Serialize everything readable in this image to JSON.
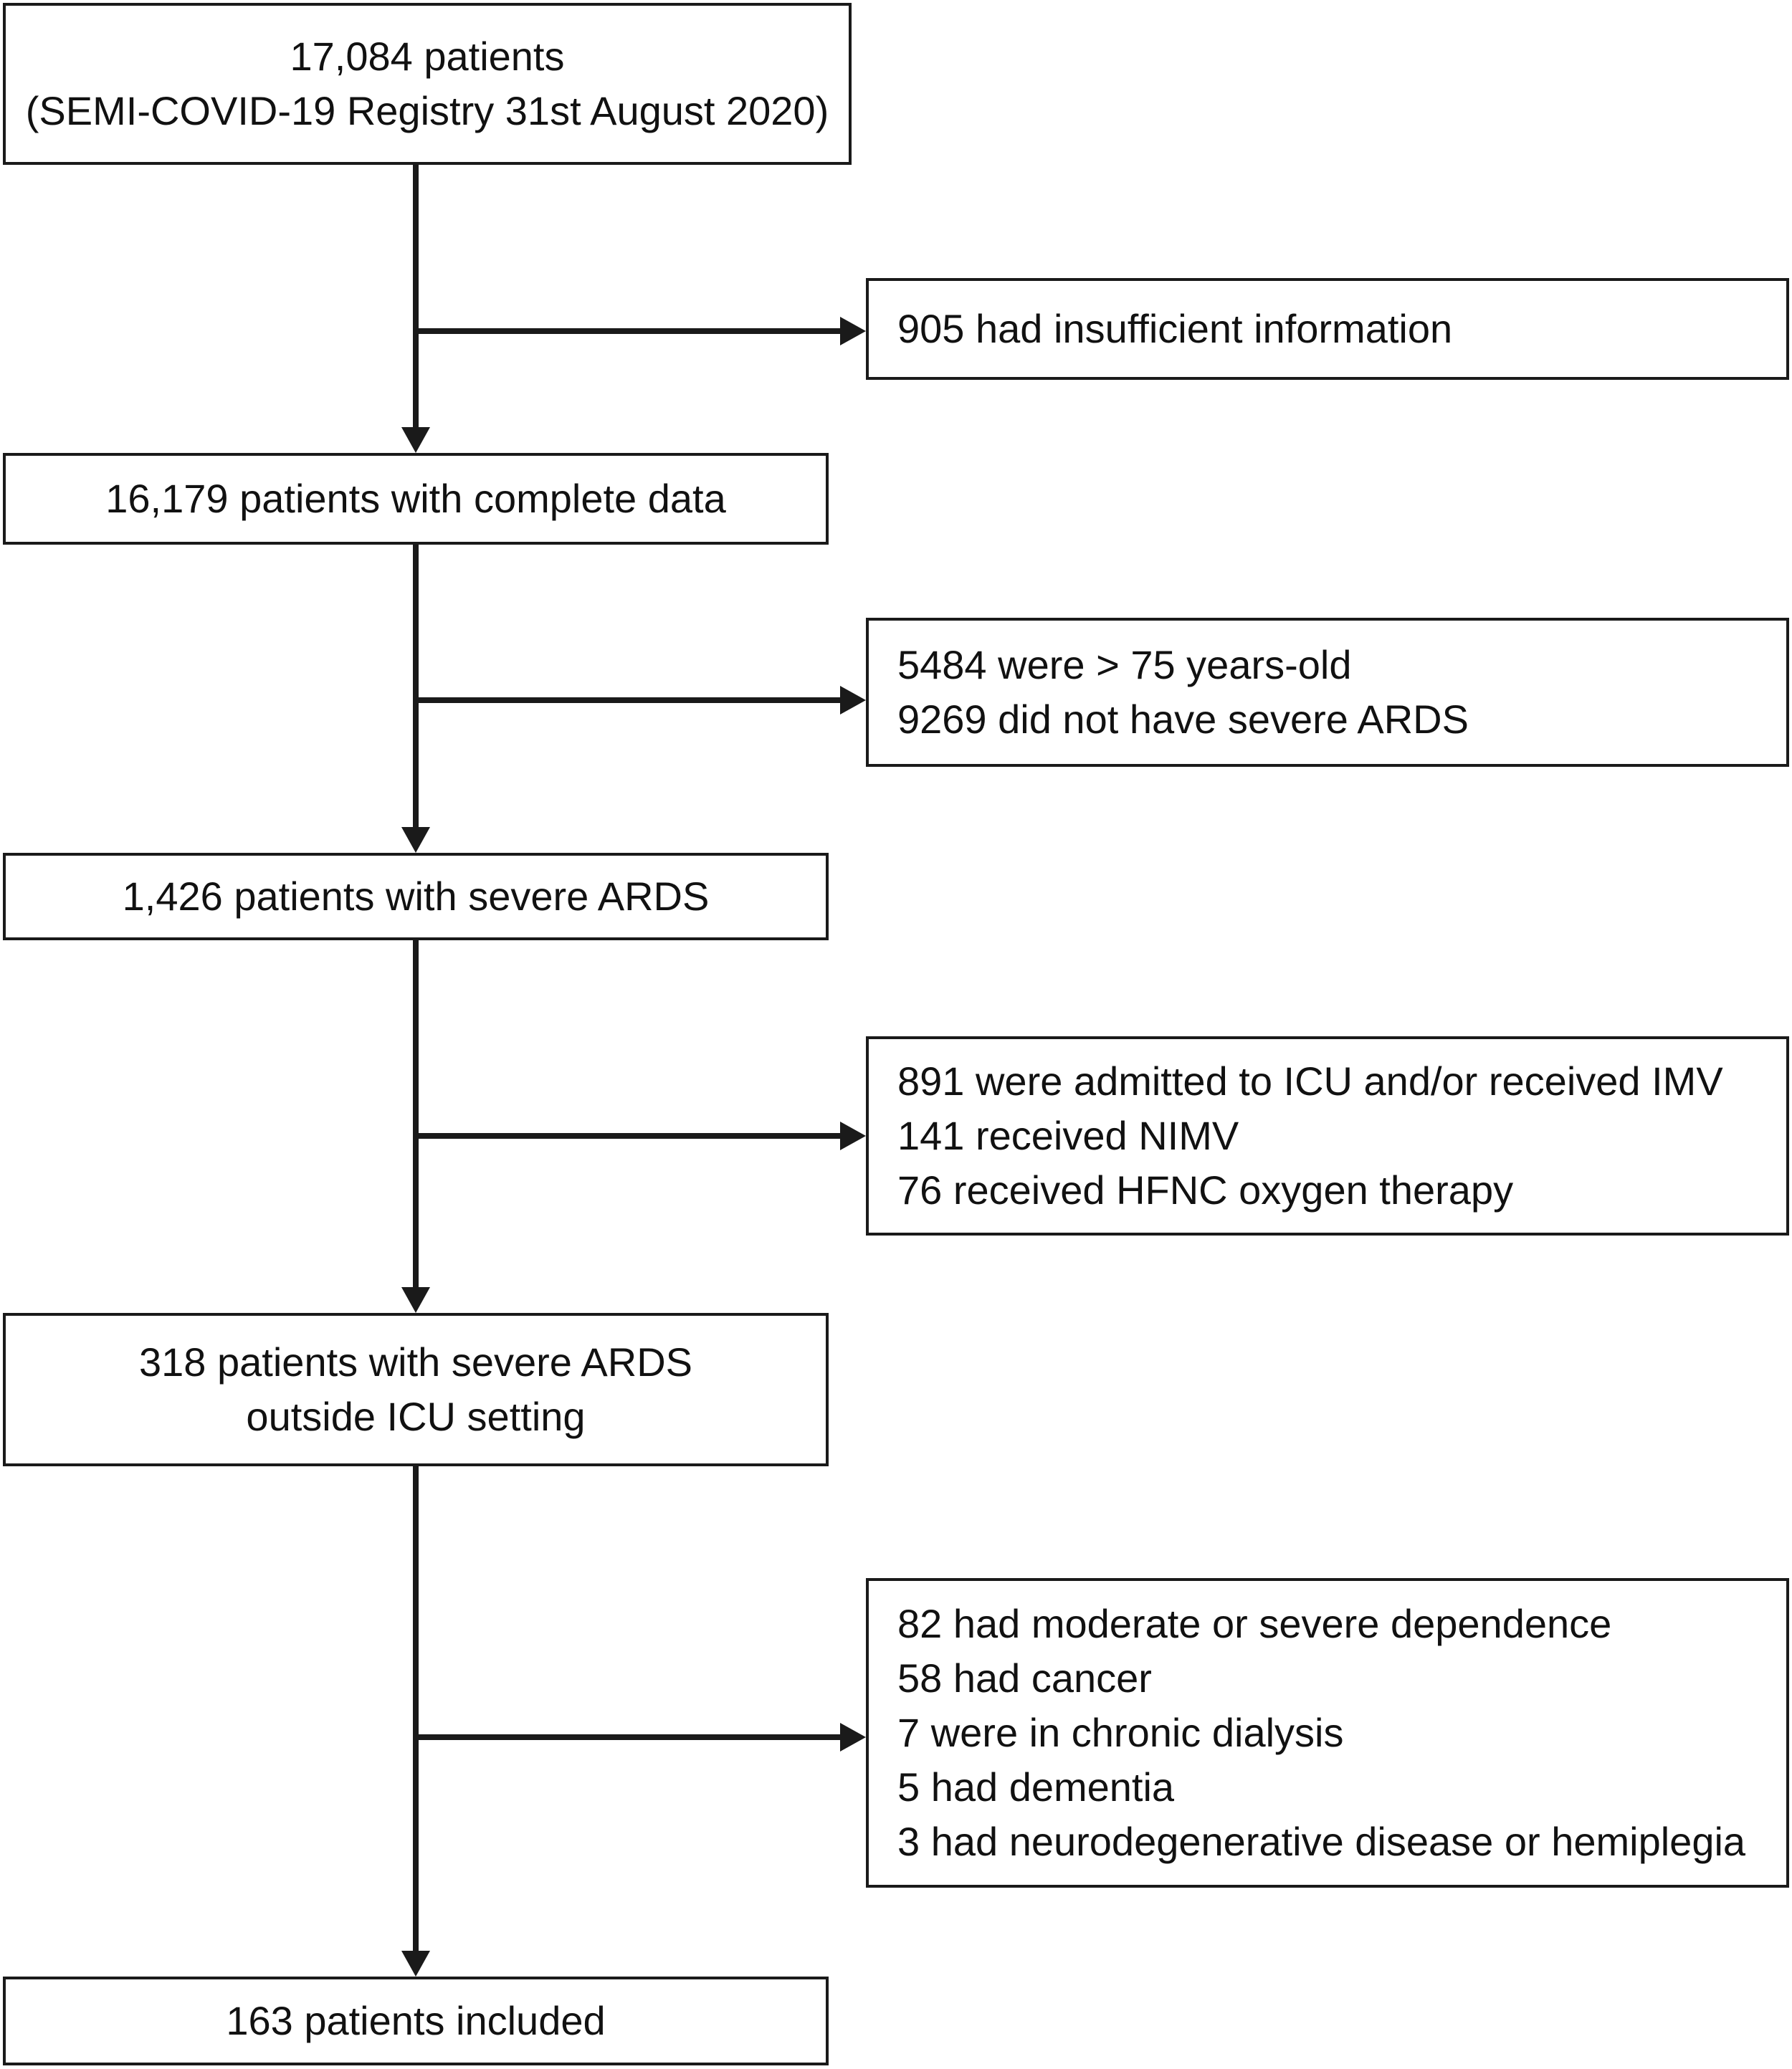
{
  "main_boxes": [
    {
      "id": "start",
      "lines": [
        "17,084 patients",
        "(SEMI-COVID-19 Registry 31st August 2020)"
      ]
    },
    {
      "id": "complete",
      "lines": [
        "16,179 patients with complete data"
      ]
    },
    {
      "id": "severe",
      "lines": [
        "1,426 patients with severe ARDS"
      ]
    },
    {
      "id": "outside-icu",
      "lines": [
        "318 patients with severe ARDS",
        "outside ICU setting"
      ]
    },
    {
      "id": "included",
      "lines": [
        "163 patients included"
      ]
    }
  ],
  "exclusion_boxes": [
    {
      "id": "excl-1",
      "lines": [
        "905 had insufficient information"
      ]
    },
    {
      "id": "excl-2",
      "lines": [
        "5484 were > 75 years-old",
        "9269 did not have severe ARDS"
      ]
    },
    {
      "id": "excl-3",
      "lines": [
        "891 were admitted to ICU and/or received IMV",
        "141 received NIMV",
        "76 received HFNC oxygen therapy"
      ]
    },
    {
      "id": "excl-4",
      "lines": [
        "82 had moderate or severe dependence",
        "58 had cancer",
        "7 were in chronic dialysis",
        "5 had dementia",
        "3 had neurodegenerative disease or hemiplegia"
      ]
    }
  ],
  "colors": {
    "stroke": "#1a1a1a",
    "background": "#ffffff",
    "text": "#111111"
  }
}
